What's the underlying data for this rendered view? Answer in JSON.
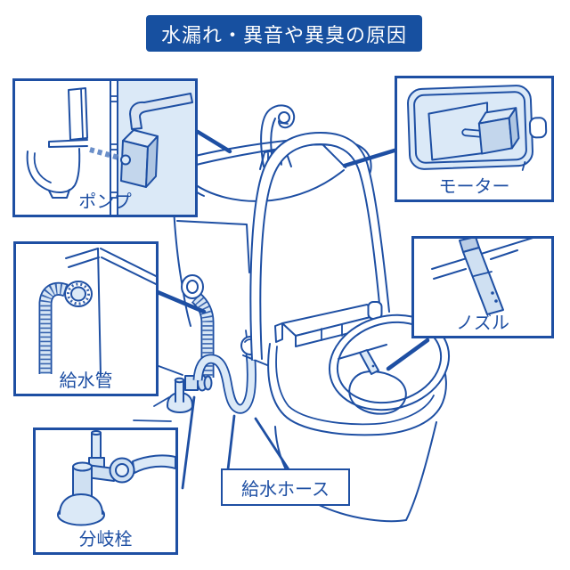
{
  "title": {
    "text": "水漏れ・異音や異臭の原因"
  },
  "diagram": {
    "subject": "toilet-with-washlet-leak-noise-odor-causes",
    "callouts": [
      {
        "id": "pump",
        "label": "ポンプ",
        "position": "top-left"
      },
      {
        "id": "motor",
        "label": "モーター",
        "position": "top-right"
      },
      {
        "id": "supply-pipe",
        "label": "給水管",
        "position": "middle-left"
      },
      {
        "id": "nozzle",
        "label": "ノズル",
        "position": "middle-right"
      },
      {
        "id": "branch-valve",
        "label": "分岐栓",
        "position": "bottom-left"
      },
      {
        "id": "supply-hose",
        "label": "給水ホース",
        "position": "bottom-center"
      }
    ]
  },
  "colors": {
    "line": "#1e4fa3",
    "title_bg": "#1750a0",
    "title_text": "#ffffff",
    "light_fill": "#dbe9f7",
    "mid_fill": "#cfe0f2",
    "background": "#ffffff"
  }
}
